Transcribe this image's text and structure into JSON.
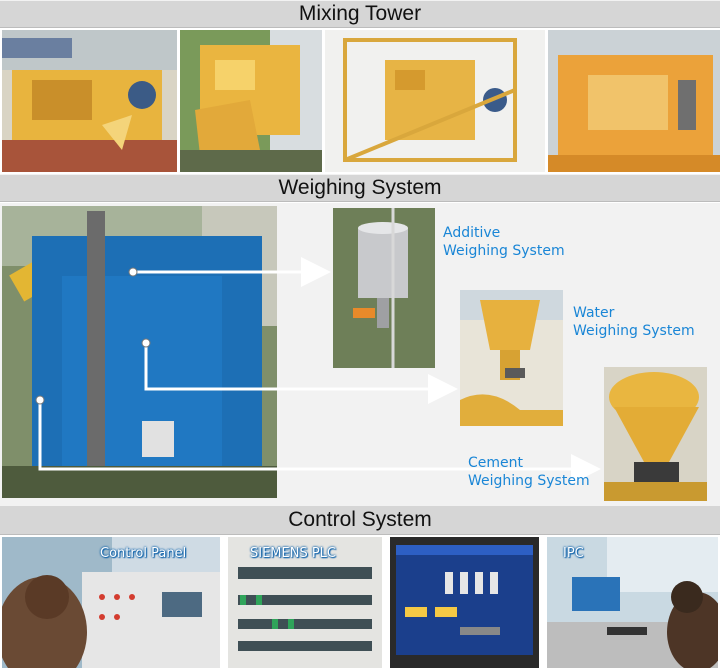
{
  "sections": {
    "mixing_tower": {
      "title": "Mixing Tower"
    },
    "weighing_system": {
      "title": "Weighing System",
      "callouts": [
        {
          "line1": "Additive",
          "line2": "Weighing System"
        },
        {
          "line1": "Water",
          "line2": "Weighing System"
        },
        {
          "line1": "Cement",
          "line2": "Weighing System"
        }
      ]
    },
    "control_system": {
      "title": "Control System",
      "panels": [
        {
          "label": "Control Panel"
        },
        {
          "label": "SIEMENS PLC"
        },
        {
          "label": "IPC"
        }
      ]
    }
  },
  "colors": {
    "band": "#d6d6d6",
    "caption": "#1a86d6",
    "machine_yellow": "#e9b03a",
    "machine_blue": "#1b6fb4"
  }
}
